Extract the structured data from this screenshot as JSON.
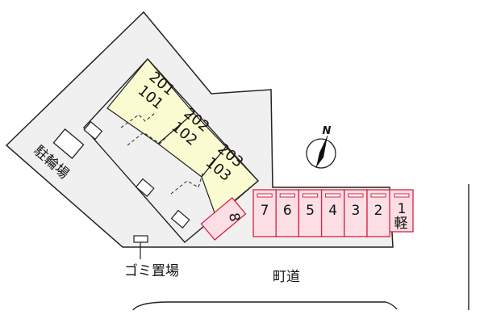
{
  "colors": {
    "lot_fill": "#f0f0f0",
    "building_fill": "#fbfbd2",
    "parking_fill": "#fcdfe5",
    "parking_stroke": "#d62345",
    "outline": "#222222"
  },
  "units": [
    {
      "upper": "201",
      "lower": "101"
    },
    {
      "upper": "202",
      "lower": "102"
    },
    {
      "upper": "203",
      "lower": "103"
    }
  ],
  "parking": {
    "row_spaces": [
      "7",
      "6",
      "5",
      "4",
      "3",
      "2"
    ],
    "end_space": {
      "number": "1",
      "note": "軽"
    },
    "angled_space": "8"
  },
  "labels": {
    "bicycle_parking": "駐輪場",
    "garbage_area": "ゴミ置場",
    "road": "町道",
    "compass": "N"
  }
}
